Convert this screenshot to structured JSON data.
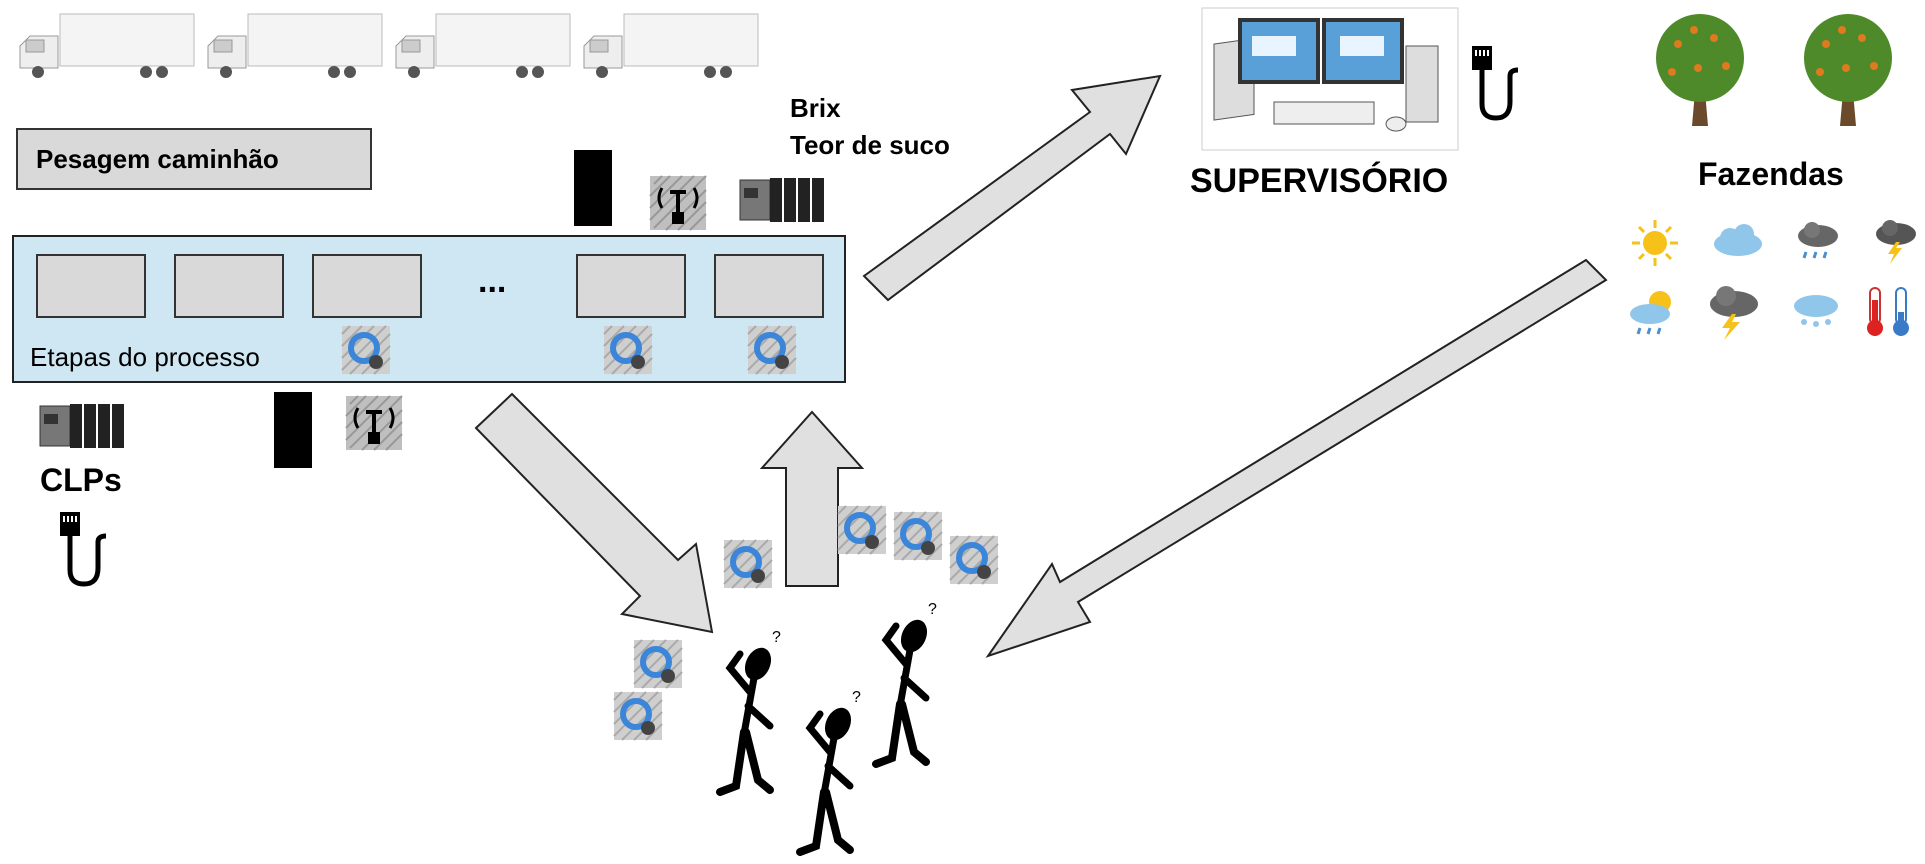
{
  "labels": {
    "weighing": "Pesagem caminhão",
    "process_stages": "Etapas do processo",
    "ellipsis": "...",
    "brix": "Brix",
    "juice_content": "Teor de suco",
    "supervisory": "SUPERVISÓRIO",
    "farms": "Fazendas",
    "plcs": "CLPs"
  },
  "icons": {
    "truck": "truck-icon",
    "computer": "computer-workstation-icon",
    "network_cable": "network-cable-icon",
    "tree": "orange-tree-icon",
    "weather": [
      "sun-icon",
      "cloud-icon",
      "rain-cloud-icon",
      "storm-cloud-icon",
      "sun-rain-icon",
      "lightning-cloud-icon",
      "snow-cloud-icon",
      "thermometer-icon"
    ],
    "plc": "plc-icon",
    "sensor": "wireless-sensor-icon",
    "process_gear": "process-gear-icon",
    "person": "confused-person-icon"
  },
  "colors": {
    "process_area": "#cfe6f3",
    "stage_fill": "#d9d9d9",
    "arrow_fill": "#e0e0e0",
    "gear_blue": "#3b86d9"
  }
}
